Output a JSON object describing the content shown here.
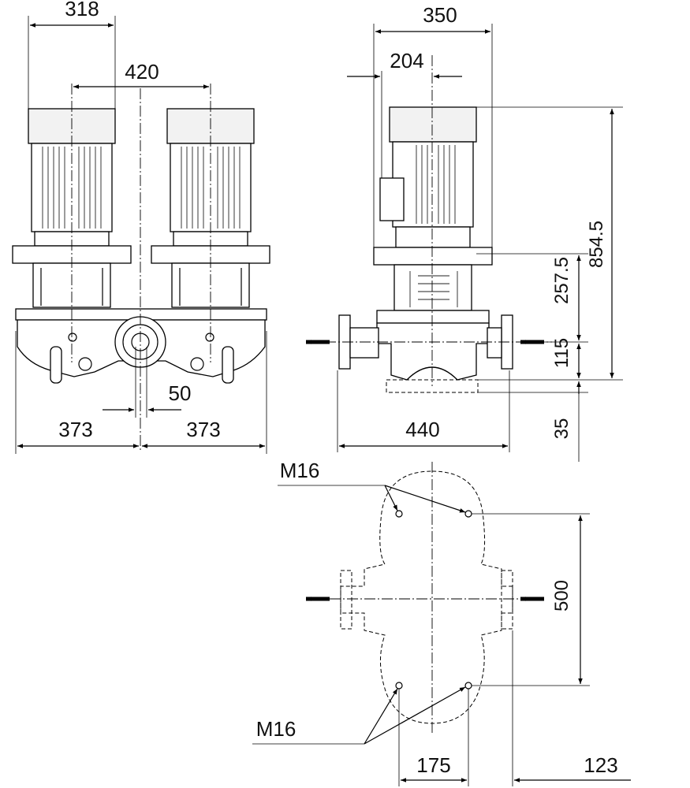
{
  "dimensions": {
    "width_motor": "318",
    "pump_spacing": "420",
    "width_side": "350",
    "motor_offset": "204",
    "total_height": "854.5",
    "upper_height": "257.5",
    "port_height": "115",
    "base_height": "35",
    "center_offset": "50",
    "half_width_left": "373",
    "half_width_right": "373",
    "port_to_port": "440",
    "bolt_spacing_y": "500",
    "bolt_spacing_x": "175",
    "edge_offset": "123"
  },
  "labels": {
    "thread_top": "M16",
    "thread_bottom": "M16"
  }
}
